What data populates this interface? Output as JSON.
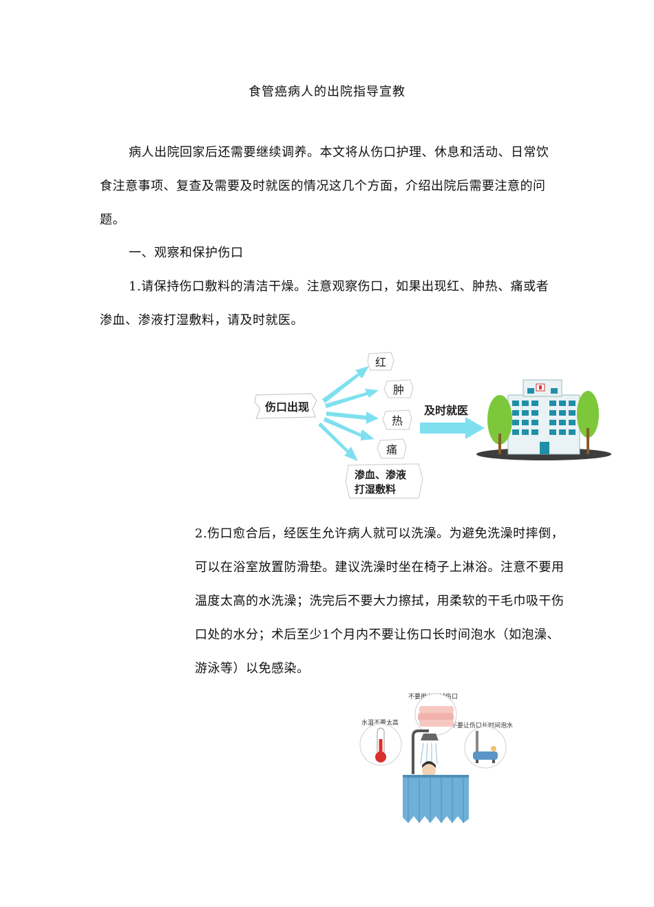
{
  "document": {
    "title": "食管癌病人的出院指导宣教",
    "intro": "病人出院回家后还需要继续调养。本文将从伤口护理、休息和活动、日常饮食注意事项、复查及需要及时就医的情况这几个方面，介绍出院后需要注意的问题。",
    "section1_heading": "一、观察和保护伤口",
    "item1": "1.请保持伤口敷料的清洁干燥。注意观察伤口，如果出现红、肿热、痛或者渗血、渗液打湿敷料，请及时就医。",
    "item2": "2.伤口愈合后，经医生允许病人就可以洗澡。为避免洗澡时摔倒，可以在浴室放置防滑垫。建议洗澡时坐在椅子上淋浴。注意不要用温度太高的水洗澡；洗完后不要大力擦拭，用柔软的干毛巾吸干伤口处的水分；术后至少1个月内不要让伤口长时间泡水（如泡澡、游泳等）以免感染。"
  },
  "figure1": {
    "source_label": "伤口出现",
    "symptoms": [
      "红",
      "肿",
      "热",
      "痛"
    ],
    "symptom_last_line1": "渗血、渗液",
    "symptom_last_line2": "打湿敷料",
    "action_label": "及时就医",
    "colors": {
      "arrow": "#7ee0ef",
      "tree": "#7cc83a",
      "building": "#1f8fa8"
    }
  },
  "figure2": {
    "label_temp": "水温不要太高",
    "label_wipe": "不要用力擦拭伤口",
    "label_soak": "不要让伤口长时间泡水",
    "colors": {
      "curtain": "#6fb0d8",
      "thermometer": "#d9302b"
    }
  }
}
